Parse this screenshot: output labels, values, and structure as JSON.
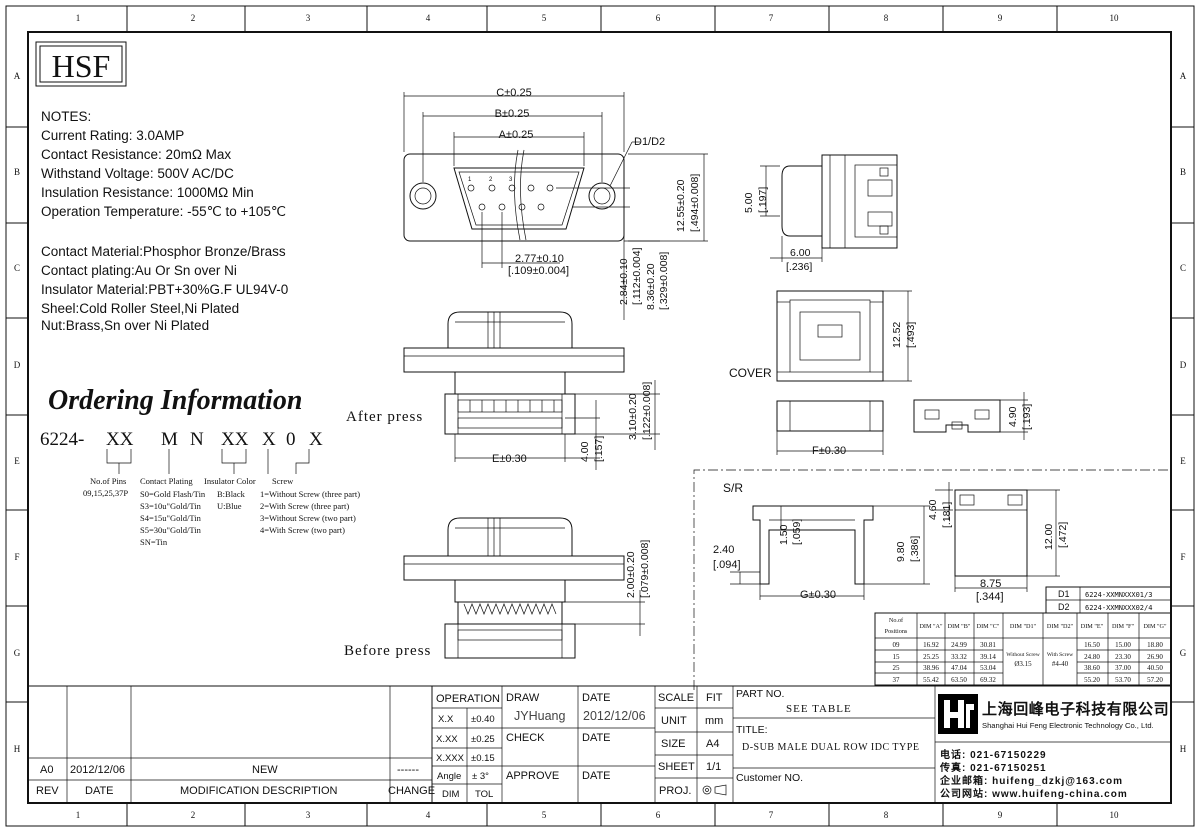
{
  "border": {
    "cols": [
      "1",
      "2",
      "3",
      "4",
      "5",
      "6",
      "7",
      "8",
      "9",
      "10"
    ],
    "rows": [
      "A",
      "B",
      "C",
      "D",
      "E",
      "F",
      "G",
      "H"
    ]
  },
  "logo": "HSF",
  "notes": {
    "heading": "NOTES:",
    "lines": [
      "Current Rating: 3.0AMP",
      "Contact Resistance: 20mΩ Max",
      "Withstand Voltage: 500V AC/DC",
      "Insulation Resistance: 1000MΩ Min",
      "Operation Temperature: -55℃ to +105℃"
    ],
    "materials": [
      "Contact Material:Phosphor Bronze/Brass",
      "Contact plating:Au Or Sn over Ni",
      "Insulator Material:PBT+30%G.F UL94V-0",
      "Sheel:Cold Roller Steel,Ni Plated",
      "Nut:Brass,Sn over Ni Plated"
    ]
  },
  "ordering": {
    "title": "Ordering Information",
    "code_prefix": "6224-",
    "code_parts": [
      "XX",
      "M",
      "N",
      "XX",
      "X",
      "0",
      "X"
    ],
    "pins_label": "No.of Pins",
    "pins_values": "09,15,25,37P",
    "plating_label": "Contact Plating",
    "plating_values": [
      "S0=Gold Flash/Tin",
      "S3=10u\"Gold/Tin",
      "S4=15u\"Gold/Tin",
      "S5=30u\"Gold/Tin",
      "SN=Tin"
    ],
    "color_label": "Insulator Color",
    "color_values": [
      "B:Black",
      "U:Blue"
    ],
    "screw_label": "Screw",
    "screw_values": [
      "1=Without Screw (three part)",
      "2=With Screw (three part)",
      "3=Without Screw (two part)",
      "4=With Screw (two part)"
    ]
  },
  "dims": {
    "c": "C±0.25",
    "b": "B±0.25",
    "a": "A±0.25",
    "d": "D1/D2",
    "pitch": "2.77±0.10",
    "pitch_in": "[.109±0.004]",
    "h1": "12.55±0.20",
    "h1_in": "[.494±0.008]",
    "h2": "2.84±0.10",
    "h2_in": "[.112±0.004]",
    "h3": "8.36±0.20",
    "h3_in": "[.329±0.008]",
    "side_h": "5.00",
    "side_h_in": "[.197]",
    "side_w": "6.00",
    "side_w_in": "[.236]",
    "cover_h": "12.52",
    "cover_h_in": "[.493]",
    "cover_label": "COVER",
    "f": "F±0.30",
    "cover_side_h": "4.90",
    "cover_side_h_in": "[.193]",
    "after_label": "After press",
    "after_h": "3.10±0.20",
    "after_h_in": "[.122±0.008]",
    "after_h2": "4.00",
    "after_h2_in": "[.157]",
    "e": "E±0.30",
    "before_label": "Before press",
    "before_h": "2.00±0.20",
    "before_h_in": "[.079±0.008]",
    "sr_label": "S/R",
    "sr_w": "2.40",
    "sr_w_in": "[.094]",
    "sr_h1": "1.50",
    "sr_h1_in": "[.059]",
    "sr_h2": "9.80",
    "sr_h2_in": "[.386]",
    "g": "G±0.30",
    "sr_s_h": "4.60",
    "sr_s_h_in": "[.181]",
    "sr_s_h2": "12.00",
    "sr_s_h2_in": "[.472]",
    "sr_s_w": "8.75",
    "sr_s_w_in": "[.344]",
    "pin_numbers": [
      "1",
      "2",
      "3"
    ]
  },
  "dim_table": {
    "d1_label": "D1",
    "d1_part": "6224-XXMNXXX01/3",
    "d2_label": "D2",
    "d2_part": "6224-XXMNXXX02/4",
    "headers": [
      "No.of Positions",
      "DIM \"A\"",
      "DIM \"B\"",
      "DIM \"C\"",
      "DIM \"D1\"",
      "DIM \"D2\"",
      "DIM \"E\"",
      "DIM \"F\"",
      "DIM \"G\""
    ],
    "rows": [
      {
        "pos": "09",
        "a": "16.92",
        "b": "24.99",
        "c": "30.81",
        "e": "16.50",
        "f": "15.00",
        "g": "18.80"
      },
      {
        "pos": "15",
        "a": "25.25",
        "b": "33.32",
        "c": "39.14",
        "e": "24.80",
        "f": "23.30",
        "g": "26.90"
      },
      {
        "pos": "25",
        "a": "38.96",
        "b": "47.04",
        "c": "53.04",
        "e": "38.60",
        "f": "37.00",
        "g": "40.50"
      },
      {
        "pos": "37",
        "a": "55.42",
        "b": "63.50",
        "c": "69.32",
        "e": "55.20",
        "f": "53.70",
        "g": "57.20"
      }
    ],
    "d1_note": [
      "Without Screw",
      "Ø3.15"
    ],
    "d2_note": [
      "With Screw",
      "#4-40"
    ]
  },
  "title_block": {
    "rev_row": {
      "rev": "A0",
      "date": "2012/12/06",
      "desc": "NEW",
      "change": "------"
    },
    "headers": {
      "rev": "REV",
      "date": "DATE",
      "desc": "MODIFICATION  DESCRIPTION",
      "change": "CHANGE"
    },
    "operation": "OPERATION",
    "tolerances": [
      {
        "dim": "X.X",
        "tol": "±0.40"
      },
      {
        "dim": "X.XX",
        "tol": "±0.25"
      },
      {
        "dim": "X.XXX",
        "tol": "±0.15"
      },
      {
        "dim": "Angle",
        "tol": "± 3°"
      }
    ],
    "dim_label": "DIM",
    "tol_label": "TOL",
    "draw_label": "DRAW",
    "draw_name": "JYHuang",
    "date_label": "DATE",
    "draw_date": "2012/12/06",
    "check_label": "CHECK",
    "approve_label": "APPROVE",
    "scale_label": "SCALE",
    "fit_label": "FIT",
    "unit_label": "UNIT",
    "unit_value": "mm",
    "size_label": "SIZE",
    "size_value": "A4",
    "sheet_label": "SHEET",
    "sheet_value": "1/1",
    "proj_label": "PROJ.",
    "part_label": "PART NO.",
    "part_value": "SEE TABLE",
    "title_label": "TITLE:",
    "title_value": "D-SUB MALE DUAL ROW IDC TYPE",
    "customer_label": "Customer NO.",
    "company_cn": "上海回峰电子科技有限公司",
    "company_en": "Shanghai Hui Feng Electronic Technology Co., Ltd.",
    "phone": "电话: 021-67150229",
    "fax": "传真: 021-67150251",
    "email": "企业邮箱: huifeng_dzkj@163.com",
    "web": "公司网站: www.huifeng-china.com"
  }
}
